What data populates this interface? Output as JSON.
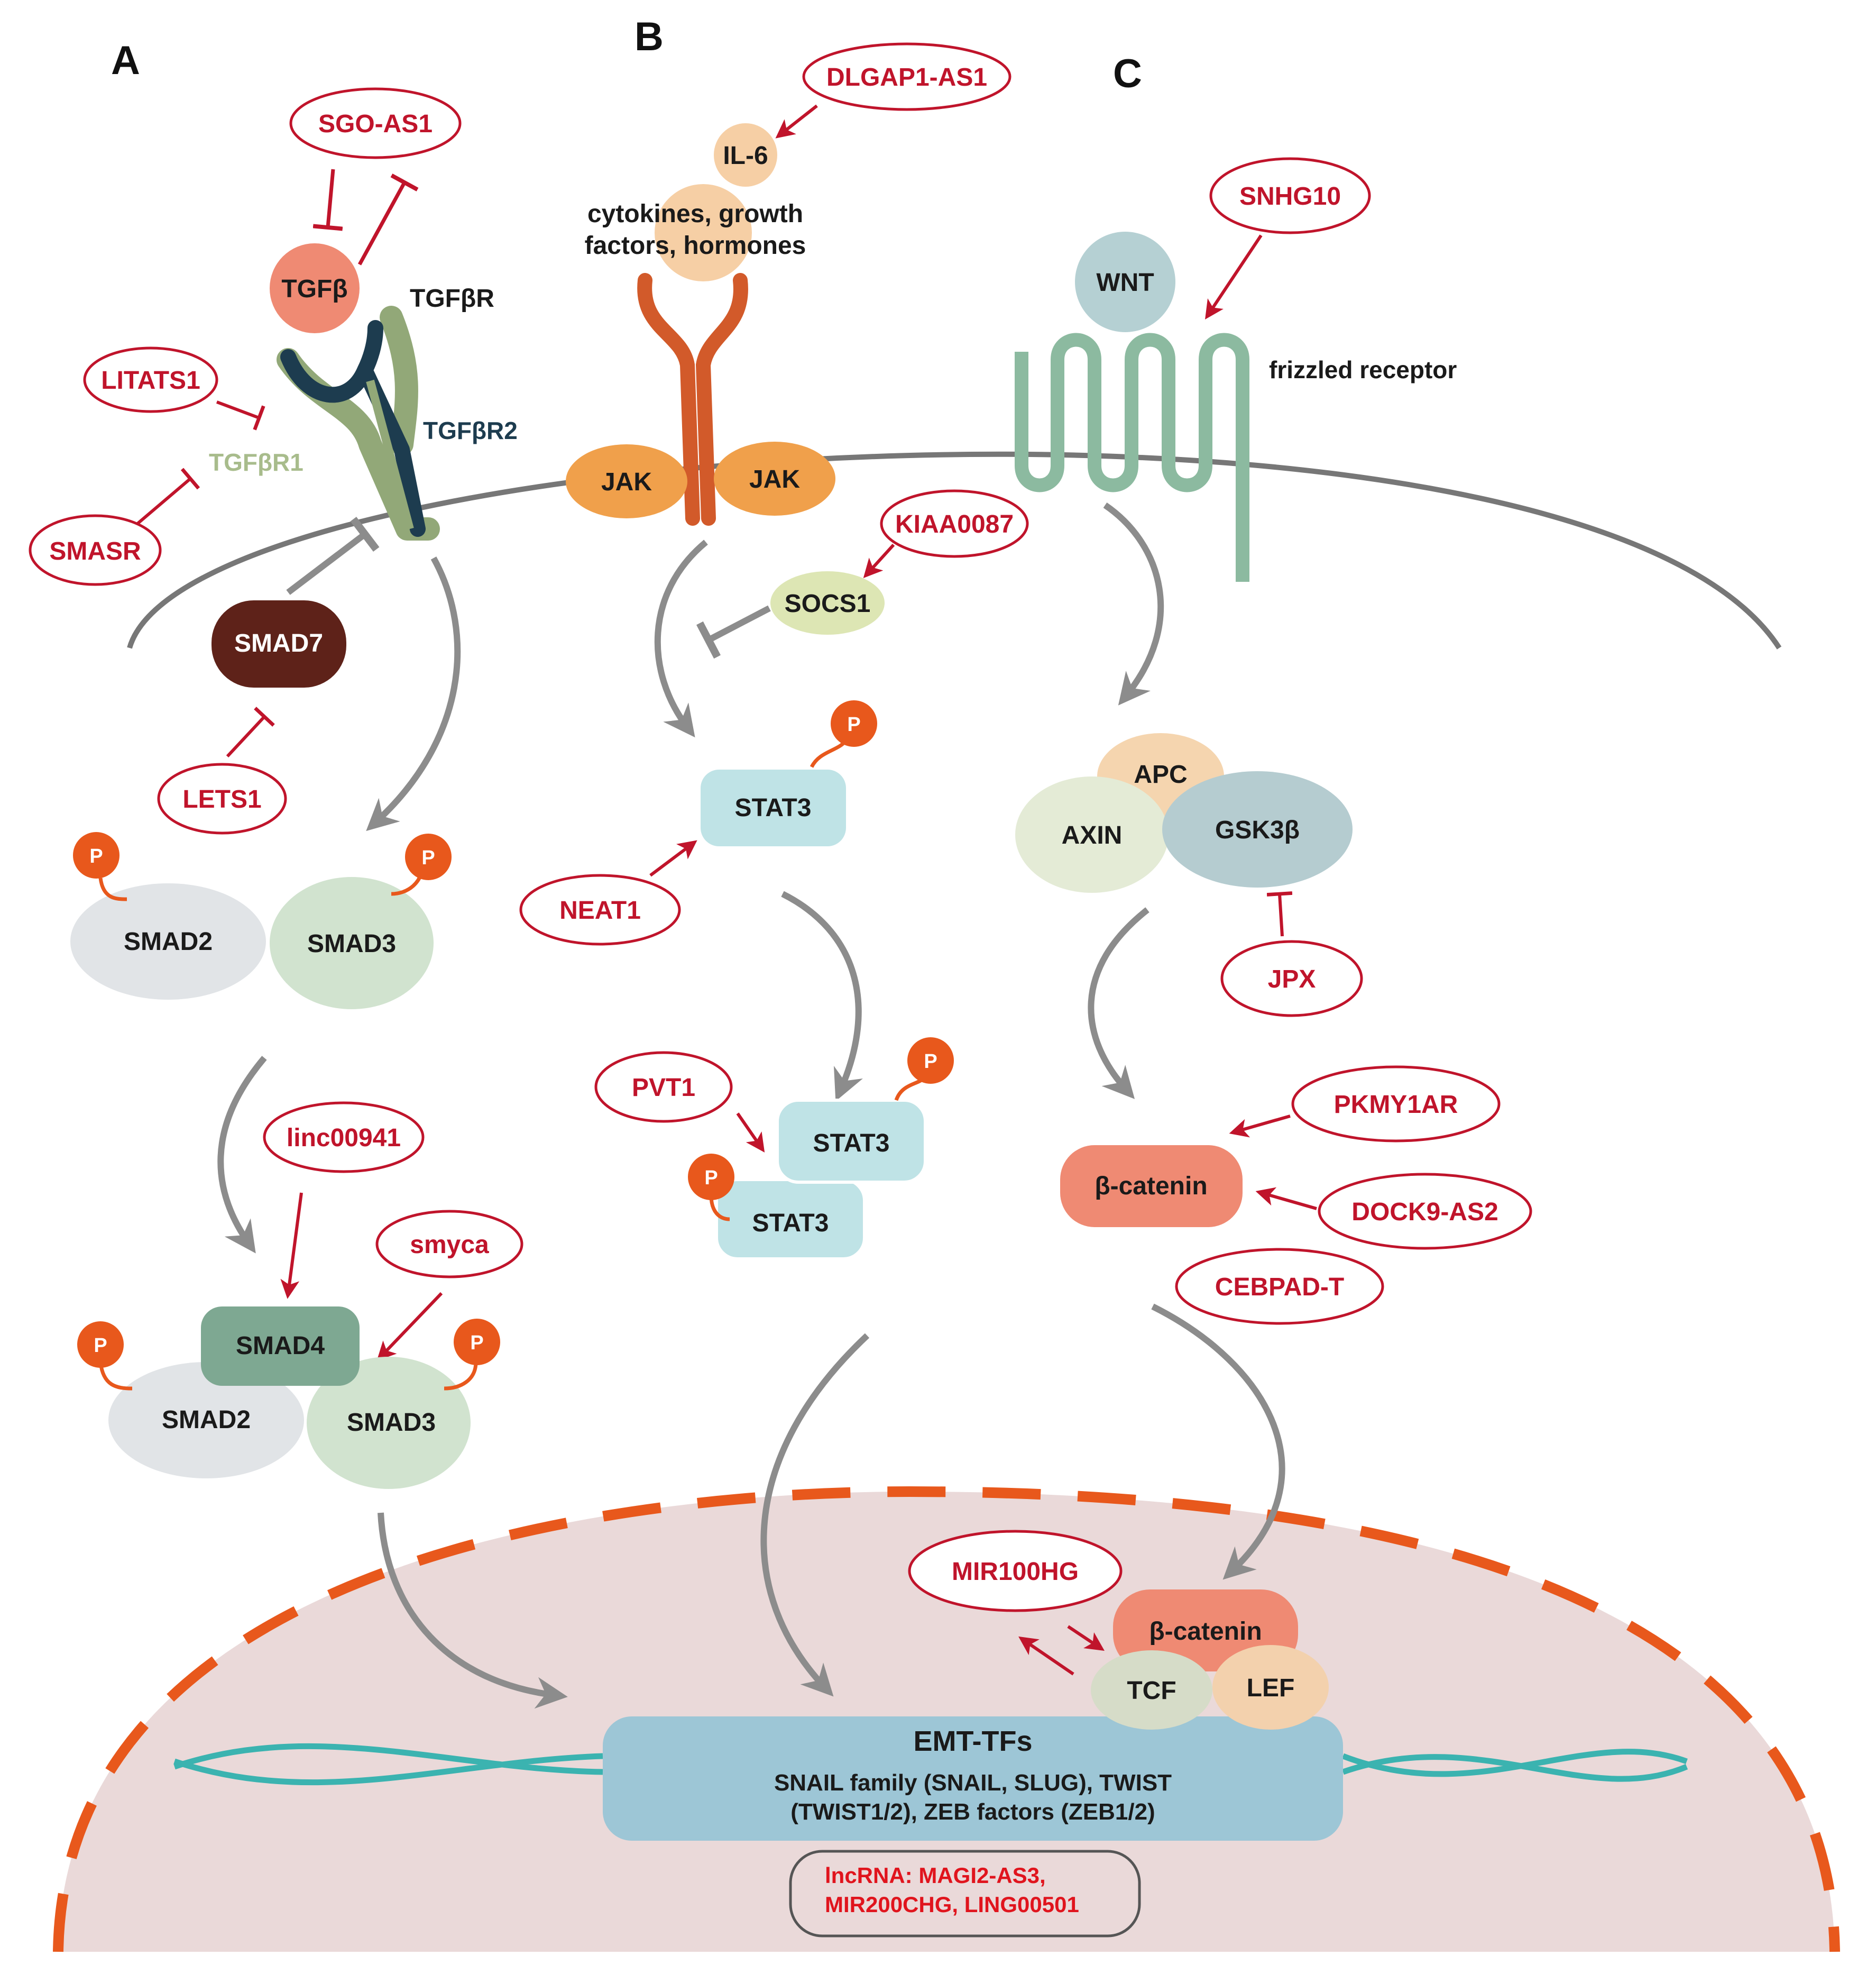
{
  "panels": {
    "a": "A",
    "b": "B",
    "c": "C"
  },
  "phospho_label": "P",
  "tgf": {
    "ligand": "TGFβ",
    "receptor": "TGFβR",
    "receptor1": "TGFβR1",
    "receptor2": "TGFβR2",
    "smad7": "SMAD7",
    "smad2": "SMAD2",
    "smad3": "SMAD3",
    "smad4": "SMAD4",
    "lncrna": {
      "sgo_as1": "SGO-AS1",
      "litats1": "LITATS1",
      "smasr": "SMASR",
      "lets1": "LETS1",
      "linc00941": "linc00941",
      "smyca": "smyca"
    }
  },
  "jak": {
    "il6": "IL-6",
    "ligand_line1": "cytokines, growth",
    "ligand_line2": "factors, hormones",
    "jak": "JAK",
    "socs1": "SOCS1",
    "stat3": "STAT3",
    "lncrna": {
      "dlgap1_as1": "DLGAP1-AS1",
      "kiaa0087": "KIAA0087",
      "neat1": "NEAT1",
      "pvt1": "PVT1"
    }
  },
  "wnt": {
    "wnt": "WNT",
    "frizzled": "frizzled receptor",
    "apc": "APC",
    "axin": "AXIN",
    "gsk3b": "GSK3β",
    "beta_catenin": "β-catenin",
    "tcf": "TCF",
    "lef": "LEF",
    "lncrna": {
      "snhg10": "SNHG10",
      "jpx": "JPX",
      "pkmy1ar": "PKMY1AR",
      "dock9_as2": "DOCK9-AS2",
      "cebpad_t": "CEBPAD-T",
      "mir100hg": "MIR100HG"
    }
  },
  "nucleus": {
    "emt_title": "EMT-TFs",
    "emt_line1": "SNAIL family (SNAIL, SLUG), TWIST",
    "emt_line2": "(TWIST1/2), ZEB factors (ZEB1/2)",
    "lncrna_line1": "lncRNA: MAGI2-AS3,",
    "lncrna_line2": "MIR200CHG, LING00501"
  },
  "colors": {
    "lncrna_red": "#c0142b",
    "arrow_gray": "#8c8c8c",
    "nucleus_fill": "#ead9d9",
    "nucleus_border": "#e8581c",
    "phospho": "#e8581c",
    "smad7": "#5e2219",
    "tgfb": "#ef8a73",
    "stat3": "#bfe3e6",
    "emt_box": "#9dc6d6",
    "beta_catenin": "#ef8a73",
    "frizzled": "#8cbaa0"
  }
}
